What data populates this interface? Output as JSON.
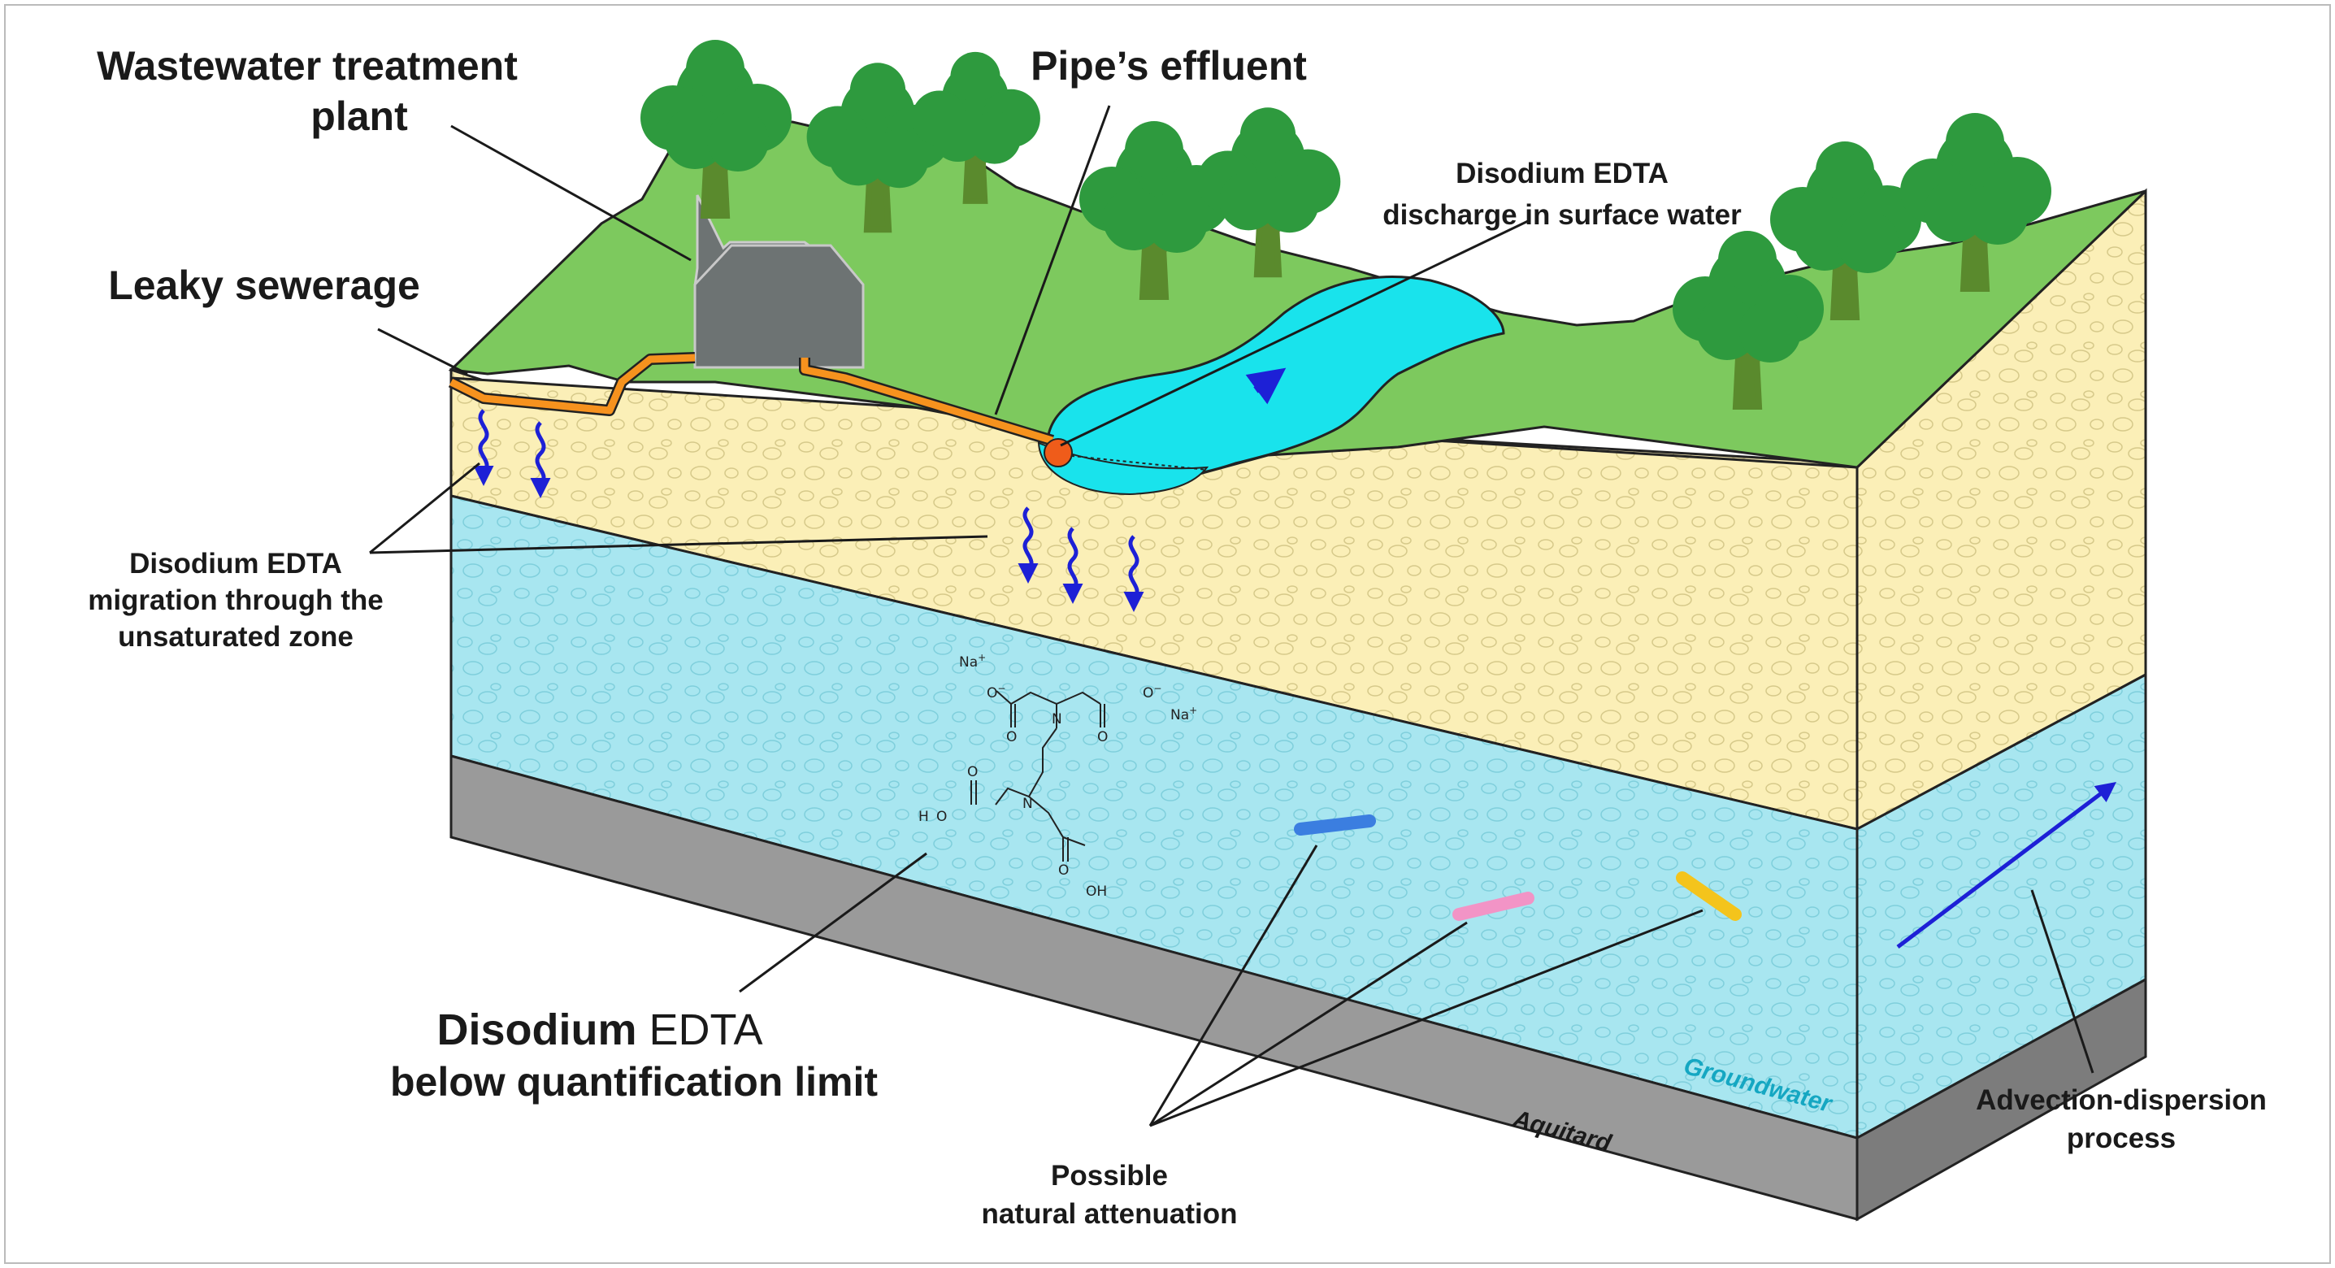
{
  "labels": {
    "wwtp": [
      "Wastewater treatment",
      "plant"
    ],
    "pipe": "Pipe’s effluent",
    "leaky": "Leaky sewerage",
    "discharge": [
      "Disodium EDTA",
      "discharge in surface water"
    ],
    "migration": [
      "Disodium EDTA",
      "migration through the",
      "unsaturated zone"
    ],
    "below_a": "Disodium",
    "below_b": " EDTA",
    "below_c": "below quantification limit",
    "attenuation": [
      "Possible",
      "natural attenuation"
    ],
    "advection": [
      "Advection-dispersion",
      "process"
    ],
    "groundwater": "Groundwater",
    "aquitard": "Aquitard"
  },
  "molecule": {
    "na1": "Na",
    "na2": "Na",
    "plus": "+",
    "minus": "−",
    "o": "O",
    "n": "N",
    "oh": "OH",
    "h": "H"
  },
  "colors": {
    "grass": "#7dc95e",
    "soil": "#fbefb7",
    "aquifer": "#a8e6f0",
    "aquitard": "#9a9a9a",
    "stream": "#19e3ec",
    "pipe": "#f6921e",
    "arrow": "#1d20d6",
    "tree": "#2e9a3e",
    "trunk": "#5a8a2d"
  }
}
